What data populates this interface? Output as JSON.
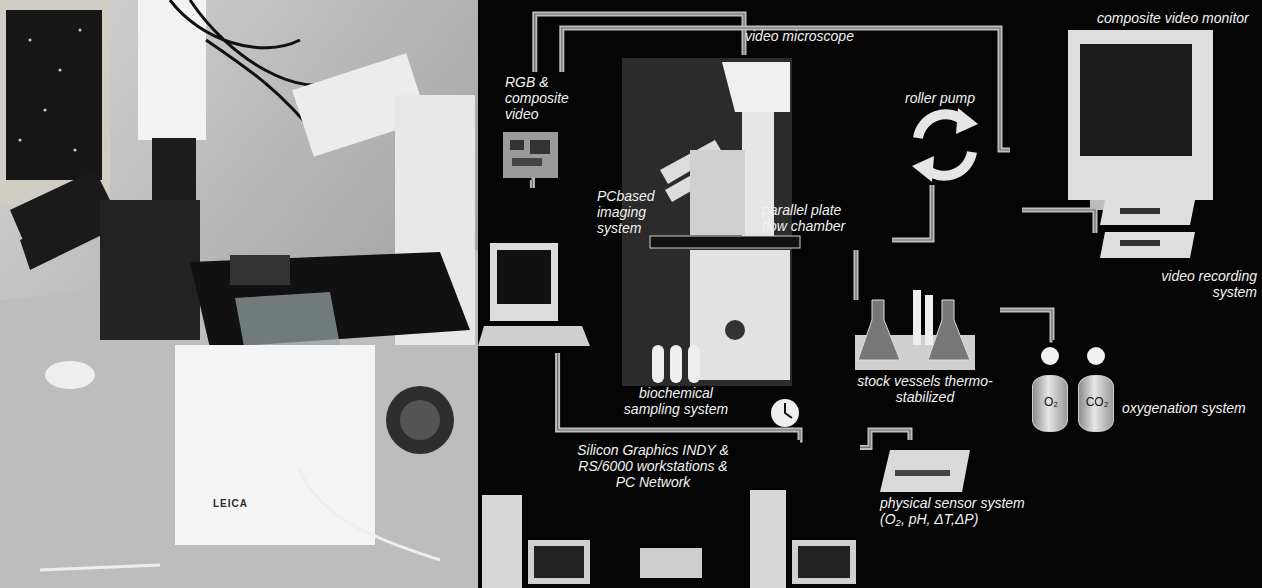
{
  "diagram": {
    "nodes": [
      {
        "text": [
          "RGB & composite video"
        ]
      },
      {
        "text": [
          "video microscope"
        ]
      },
      {
        "text": [
          "parallel plate flow chamber"
        ]
      },
      {
        "text": [
          "PCbased imaging system"
        ]
      },
      {
        "text": [
          "roller pump"
        ]
      },
      {
        "text": [
          "composite video monitor"
        ]
      },
      {
        "text": [
          "video recording system"
        ]
      },
      {
        "text": [
          "biochemical sampling system"
        ]
      },
      {
        "text": [
          "stock vessels thermo-stabilized"
        ]
      },
      {
        "text": [
          "oxygenation system"
        ]
      },
      {
        "text": [
          "O₂"
        ],
        "in": 9
      },
      {
        "text": [
          "CO₂"
        ],
        "in": 9
      },
      {
        "text": [
          "Silicon Graphics INDY & RS/6000 workstations & PC Network"
        ]
      },
      {
        "text": [
          "physical sensor system (O₂, pH, ΔT,ΔP)"
        ]
      }
    ],
    "edges": [
      {
        "from": 0,
        "to": 1,
        "arrow": "none"
      },
      {
        "from": 0,
        "to": 5,
        "arrow": "none"
      },
      {
        "from": 0,
        "to": 3,
        "arrow": "none"
      },
      {
        "from": 3,
        "to": 12,
        "arrow": "none"
      },
      {
        "from": 13,
        "to": 12,
        "arrow": "none"
      },
      {
        "from": 2,
        "to": 4,
        "arrow": "none"
      },
      {
        "from": 2,
        "to": 8,
        "arrow": "none"
      },
      {
        "from": 5,
        "to": 6,
        "arrow": "none"
      },
      {
        "from": 8,
        "to": 9,
        "arrow": "none"
      }
    ],
    "labels": [
      "LEICA"
    ]
  }
}
